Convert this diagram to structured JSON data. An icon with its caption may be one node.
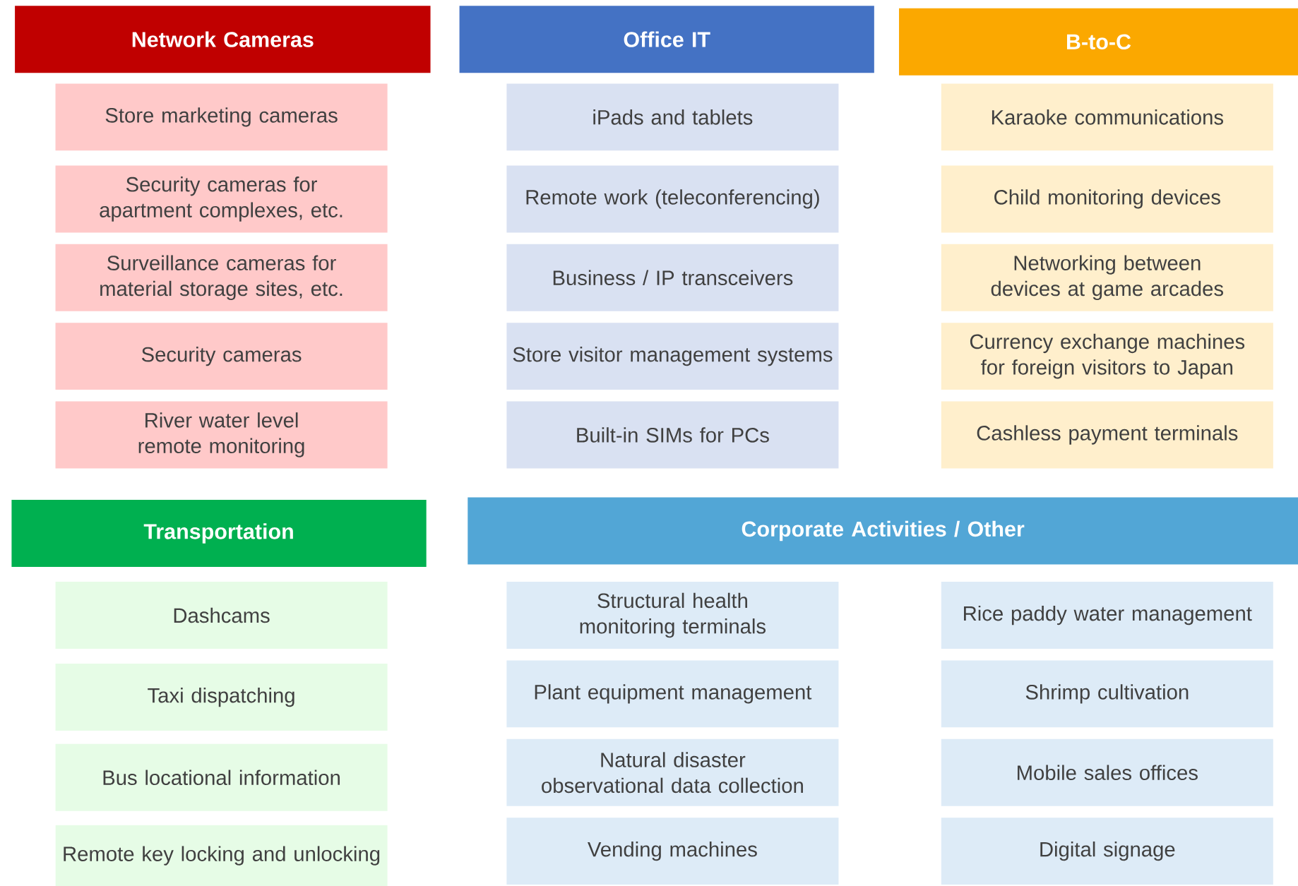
{
  "diagram": {
    "nodes": [
      {
        "text": [
          "Network Cameras"
        ]
      },
      {
        "text": [
          "Store marketing cameras"
        ]
      },
      {
        "text": [
          "Security cameras for apartment complexes, etc."
        ]
      },
      {
        "text": [
          "Surveillance cameras for material storage sites, etc."
        ]
      },
      {
        "text": [
          "Security cameras"
        ]
      },
      {
        "text": [
          "River water level remote monitoring"
        ]
      },
      {
        "text": [
          "Office IT"
        ]
      },
      {
        "text": [
          "iPads and tablets"
        ]
      },
      {
        "text": [
          "Remote work (teleconferencing)"
        ]
      },
      {
        "text": [
          "Business / IP transceivers"
        ]
      },
      {
        "text": [
          "Store visitor management systems"
        ]
      },
      {
        "text": [
          "Built-in SIMs for PCs"
        ]
      },
      {
        "text": [
          "B-to-C"
        ]
      },
      {
        "text": [
          "Karaoke communications"
        ]
      },
      {
        "text": [
          "Child monitoring devices"
        ]
      },
      {
        "text": [
          "Networking between devices at game arcades"
        ]
      },
      {
        "text": [
          "Currency exchange machines for foreign visitors to Japan"
        ]
      },
      {
        "text": [
          "Cashless payment terminals"
        ]
      },
      {
        "text": [
          "Transportation"
        ]
      },
      {
        "text": [
          "Dashcams"
        ]
      },
      {
        "text": [
          "Taxi dispatching"
        ]
      },
      {
        "text": [
          "Bus locational information"
        ]
      },
      {
        "text": [
          "Remote key locking and unlocking"
        ]
      },
      {
        "text": [
          "Corporate Activities / Other"
        ]
      },
      {
        "text": [
          "Structural health monitoring terminals"
        ]
      },
      {
        "text": [
          "Plant equipment management"
        ]
      },
      {
        "text": [
          "Natural disaster observational data collection"
        ]
      },
      {
        "text": [
          "Vending machines"
        ]
      },
      {
        "text": [
          "Rice paddy water management"
        ]
      },
      {
        "text": [
          "Shrimp cultivation"
        ]
      },
      {
        "text": [
          "Mobile sales offices"
        ]
      },
      {
        "text": [
          "Digital signage"
        ]
      }
    ]
  }
}
